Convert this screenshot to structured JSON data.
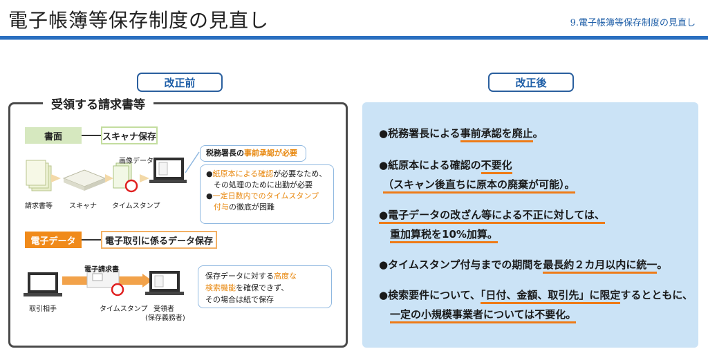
{
  "header": {
    "title": "電子帳簿等保存制度の見直し",
    "section_label": "9.電子帳簿等保存制度の見直し"
  },
  "before": {
    "pill": "改正前",
    "box_title": "受領する請求書等",
    "paper": {
      "tag": "書面",
      "method": "スキャナ保存",
      "image_data_label": "画像データ",
      "labels": [
        "請求書等",
        "スキャナ",
        "タイムスタンプ"
      ],
      "note_title_prefix": "税務署長の",
      "note_title_highlight": "事前承認が必要",
      "bullet1_highlight": "紙原本による確認",
      "bullet1_rest": "が必要なため、",
      "bullet1_line2": "その処理のために出勤が必要",
      "bullet2_highlight_l1": "一定日数内でのタイムスタンプ",
      "bullet2_highlight_l2": "付与",
      "bullet2_rest": "の徹底が困難"
    },
    "electronic": {
      "tag": "電子データ",
      "method": "電子取引に係るデータ保存",
      "invoice_label": "電子請求書",
      "labels": [
        "取引相手",
        "タイムスタンプ",
        "受領者",
        "(保存義務者)"
      ],
      "note_l1_prefix": "保存データに対する",
      "note_l1_highlight": "高度な",
      "note_l2_highlight": "検索機能",
      "note_l2_rest": "を確保できず、",
      "note_l3": "その場合は紙で保存"
    }
  },
  "after": {
    "pill": "改正後",
    "items": [
      {
        "pre": "●税務署長による",
        "ul": "事前承認を廃止",
        "post": "。"
      },
      {
        "pre": "●紙原本による確認の",
        "ul": "不要化",
        "post": ""
      },
      {
        "line2": "（スキャン後直ちに原本の廃棄が可能）。"
      },
      {
        "pre": "●電子データの改ざん等による不正に対しては、",
        "ul": "",
        "post": ""
      },
      {
        "line2": "重加算税を10%加算。"
      },
      {
        "pre": "●タイムスタンプ付与までの期間を",
        "ul": "最長約２カ月以内に統一",
        "post": "。"
      },
      {
        "pre": "●検索要件について、",
        "ul": "「日付、金額、取引先」に限定",
        "post": "するとともに、"
      },
      {
        "line2": "一定の小規模事業者については不要化。"
      }
    ]
  },
  "colors": {
    "accent_blue": "#2a6fc0",
    "orange": "#f08a1a",
    "right_panel_bg": "#cbe3f6"
  }
}
